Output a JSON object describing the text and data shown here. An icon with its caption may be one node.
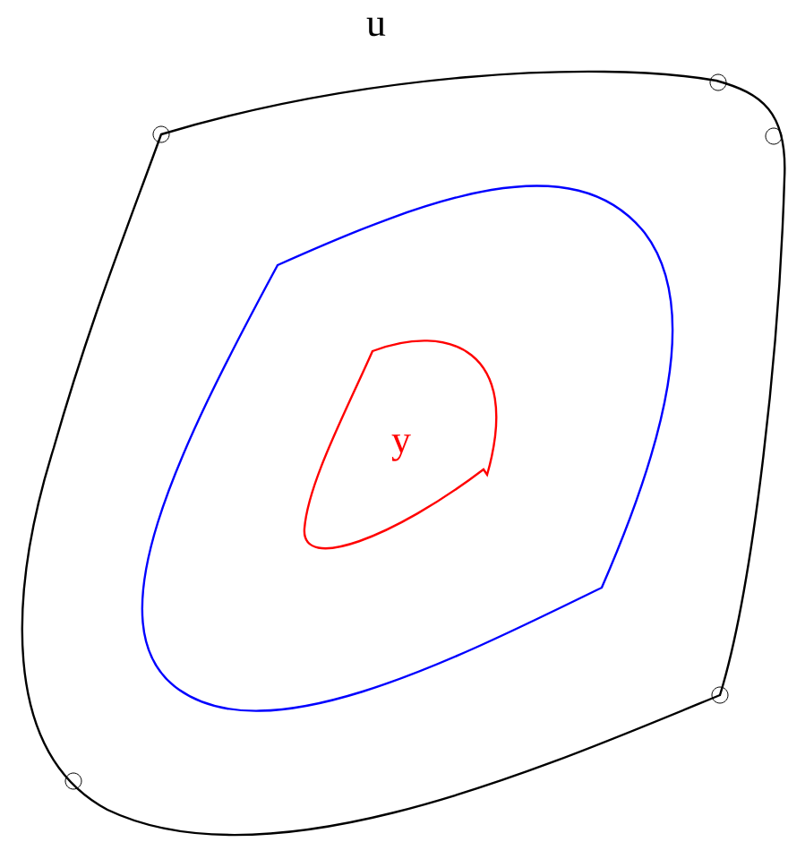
{
  "diagram": {
    "nodes": [
      {
        "text": [
          "u"
        ]
      },
      {
        "text": [],
        "shape": "curve",
        "in": 0
      },
      {
        "text": [
          "y"
        ],
        "in": 1
      }
    ]
  }
}
